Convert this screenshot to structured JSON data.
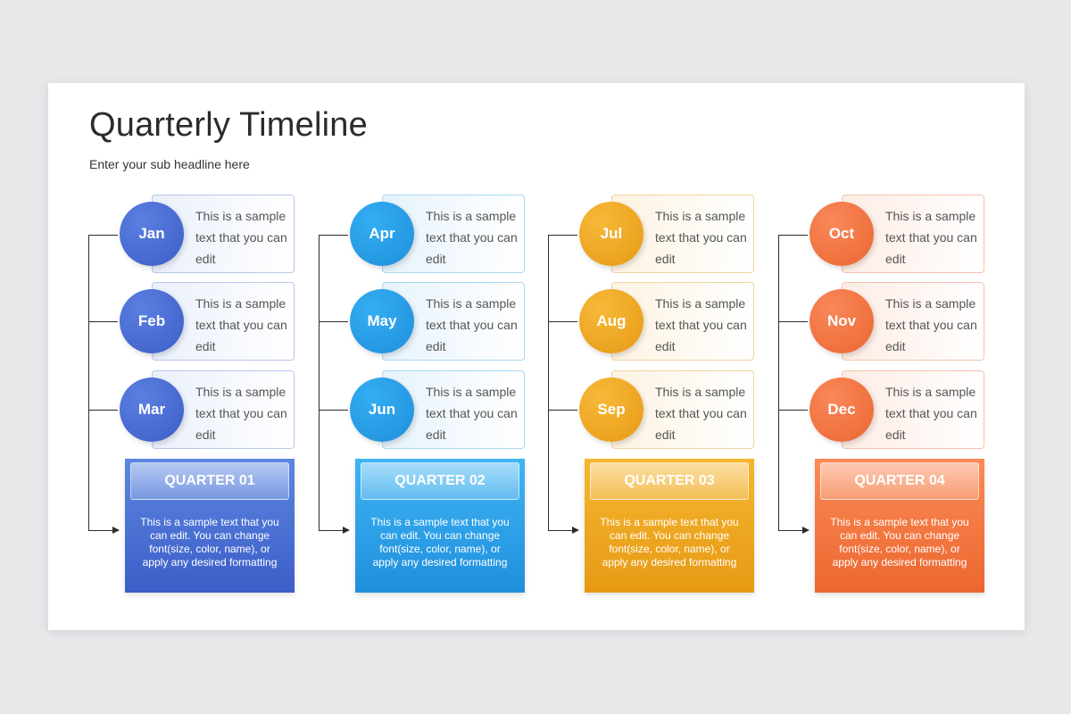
{
  "title": "Quarterly Timeline",
  "subtitle": "Enter your sub headline here",
  "quarters": [
    {
      "label": "QUARTER 01",
      "body": "This is a sample text that you can edit. You can change font(size, color, name), or apply any desired formatting",
      "color_top": "#5c86e0",
      "color_bottom": "#3c5ec8",
      "circle": "#5b7fe0",
      "card_bg": "#eaf0fb",
      "card_border": "#b7c6ec",
      "months": [
        {
          "name": "Jan",
          "text": "This is a sample text that you can edit"
        },
        {
          "name": "Feb",
          "text": "This is a sample text that you can edit"
        },
        {
          "name": "Mar",
          "text": "This is a sample text that you can edit"
        }
      ]
    },
    {
      "label": "QUARTER 02",
      "body": "This is a sample text that you can edit. You can change font(size, color, name), or apply any desired formatting",
      "color_top": "#3fb4f4",
      "color_bottom": "#1f8fdc",
      "circle": "#34aef2",
      "card_bg": "#e6f3fc",
      "card_border": "#a9d6f3",
      "months": [
        {
          "name": "Apr",
          "text": "This is a sample text that you can edit"
        },
        {
          "name": "May",
          "text": "This is a sample text that you can edit"
        },
        {
          "name": "Jun",
          "text": "This is a sample text that you can edit"
        }
      ]
    },
    {
      "label": "QUARTER 03",
      "body": "This is a sample text that you can edit. You can change font(size, color, name), or apply any desired formatting",
      "color_top": "#f6b630",
      "color_bottom": "#e69a14",
      "circle": "#f7b93a",
      "card_bg": "#fdf3e2",
      "card_border": "#f2d4a0",
      "months": [
        {
          "name": "Jul",
          "text": "This is a sample text that you can edit"
        },
        {
          "name": "Aug",
          "text": "This is a sample text that you can edit"
        },
        {
          "name": "Sep",
          "text": "This is a sample text that you can edit"
        }
      ]
    },
    {
      "label": "QUARTER 04",
      "body": "This is a sample text that you can edit. You can change font(size, color, name), or apply any desired formatting",
      "color_top": "#fa8a55",
      "color_bottom": "#ec6730",
      "circle": "#f9875a",
      "card_bg": "#fdece4",
      "card_border": "#f4c3ab",
      "months": [
        {
          "name": "Oct",
          "text": "This is a sample text that you can edit"
        },
        {
          "name": "Nov",
          "text": "This is a sample text that you can edit"
        },
        {
          "name": "Dec",
          "text": "This is a sample text that you can edit"
        }
      ]
    }
  ]
}
